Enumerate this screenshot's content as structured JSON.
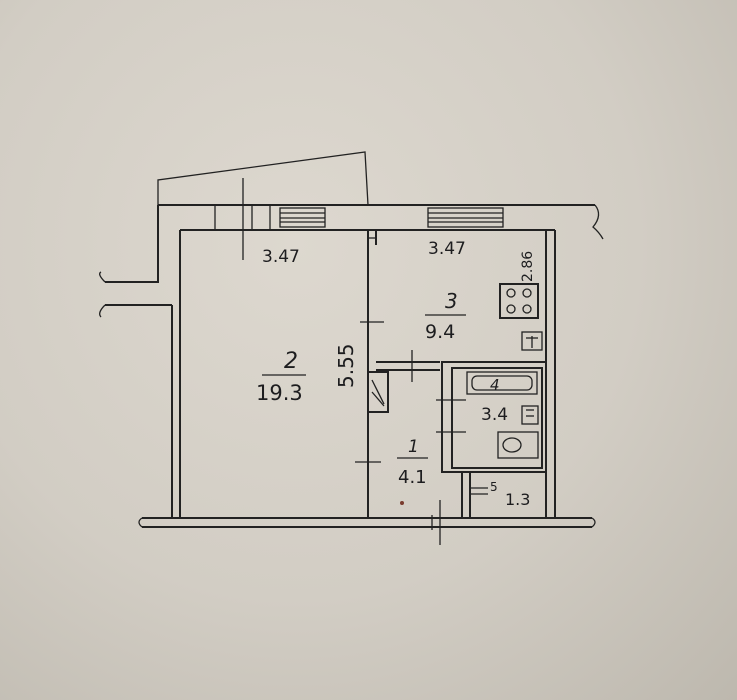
{
  "plan": {
    "dims": {
      "top_left": "3.47",
      "top_right": "3.47",
      "right_side": "2.86",
      "height": "5.55"
    },
    "rooms": [
      {
        "num": "1",
        "area": "4.1"
      },
      {
        "num": "2",
        "area": "19.3"
      },
      {
        "num": "3",
        "area": "9.4"
      },
      {
        "num": "4",
        "area": "3.4"
      },
      {
        "num": "5",
        "area": "1.3"
      }
    ]
  }
}
